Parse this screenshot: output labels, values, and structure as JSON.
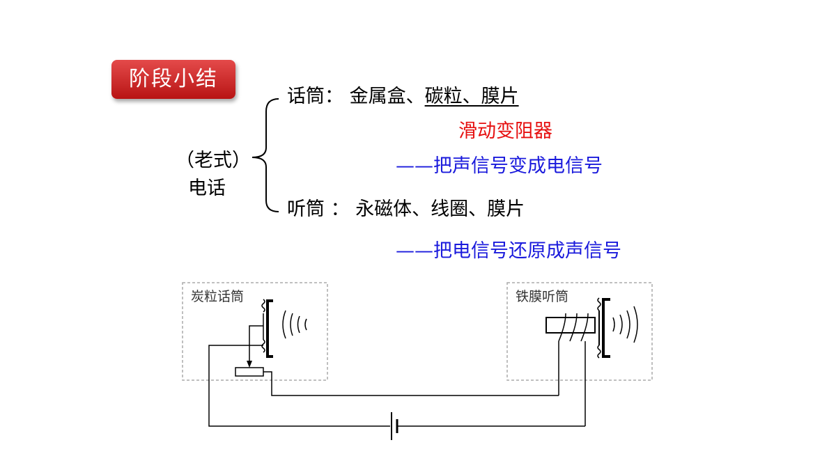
{
  "badge": {
    "label": "阶段小结"
  },
  "device": {
    "line1": "（老式）",
    "line2": "电话"
  },
  "microphone": {
    "label": "话筒：",
    "part1": "金属盒、",
    "part2": "碳粒、膜片",
    "note": "滑动变阻器",
    "function": "——把声信号变成电信号"
  },
  "receiver": {
    "label": "听筒 ：",
    "parts": "永磁体、线圈、膜片",
    "function": "——把电信号还原成声信号"
  },
  "diagram": {
    "mic_box_label": "炭粒话筒",
    "receiver_box_label": "铁膜听筒"
  },
  "colors": {
    "badge": "#cc2222",
    "highlight": "#e60f0f",
    "function_text": "#1a1adc"
  }
}
